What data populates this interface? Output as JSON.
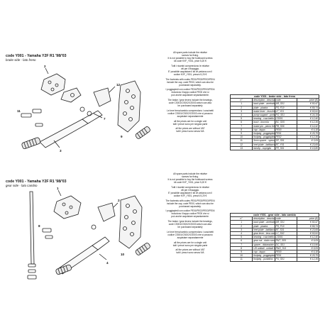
{
  "brake_section": {
    "title": "code Y001 - Yamaha Y2F R1 '98/'03",
    "subtitle": "brake side - lato freno",
    "notes": [
      [
        "All spare parts include the relative",
        "screws for fixing.",
        "It is not possible to buy the footboard screws",
        "kit code KVF_Y001, price 5,20 €"
      ],
      [
        "Tutti i ricambi comprendono le relative",
        "viti per il fissaggio.",
        "E' possibile acquistare il kit vit pedana con il",
        "codice KVF_Y001, prezzo 5,20 €"
      ],
      [
        "The footrests with codes PE01/PE02/PE03/PE04",
        "include the cap, code PE00, which can also be",
        "purchased separately."
      ],
      [
        "I poggiapiedi con codice PE01/PE02/PE03/PE04",
        "includono il tappo codice PE00 che si",
        "può anche acquistare separatamente."
      ],
      [
        "The brake / gear levers include the bearings,",
        "code CS001/CS002/CS003 which can also",
        "be purchased separately"
      ],
      [
        "Le leve freno/cambio comprendono i cuscinetti",
        "codice CS001/CS002/CS003 che si possono",
        "acquistare separatamente"
      ],
      [
        "all the prices are for a single unit",
        "tutti i prezzi sono per singola parte"
      ],
      [
        "all the prices are without VAT",
        "tutti i prezzi sono senza IVA"
      ]
    ],
    "table": {
      "title": "code Y001 - brake side - lato freno",
      "headers": [
        "n°",
        "description - descrizione",
        "code",
        "price (€)"
      ],
      "rows": [
        [
          "1",
          "back plate - arretratore",
          "AR_S01",
          "€ 50,47"
        ],
        [
          "2",
          "plate - piastra",
          "PS_F19",
          "€ 89,74"
        ],
        [
          "3",
          "brake lever - leva freno",
          "LF_Y01",
          "€ 53,91"
        ],
        [
          "4",
          "pump support - portapompa",
          "PO_S01",
          "€ 24,19"
        ],
        [
          "5",
          "bearing - cuscinetto",
          "CS001",
          "€ 12,40"
        ],
        [
          "6",
          "bush - boccola",
          "BC_S05",
          "€ 12,36"
        ],
        [
          "7",
          "brake pin - perno freno",
          "PB_S06",
          "€ 14,42"
        ],
        [
          "8",
          "cap - tappo",
          "PE00",
          "€ 6,18"
        ],
        [
          "9",
          "footpeg - poggiapiede",
          "PE01",
          "€ 25,75"
        ],
        [
          "10",
          "footpeg - poggiapiede",
          "PE02",
          "€ 12,36"
        ],
        [
          "11",
          "5mm spacer - spessore 5mm",
          "SP_S01",
          "€ 3,09"
        ],
        [
          "12",
          "heel plate - batttacco",
          "BT_Y01",
          "€ 23,69"
        ],
        [
          "13",
          "fairclip - copriglia",
          "FR_S01",
          "€ 15,80"
        ]
      ]
    }
  },
  "gear_section": {
    "title": "code Y001 - Yamaha Y2F R1 '98/'03",
    "subtitle": "gear side - lato cambio",
    "notes": [
      [
        "All spare parts include the relative",
        "screws for fixing.",
        "It is not possible to buy the footboard screws",
        "kit code KVF_Y001, price 5,20 €"
      ],
      [
        "Tutti i ricambi comprendono le relative",
        "viti per il fissaggio.",
        "E' possibile acquistare il kit vit pedana con il",
        "codice KVF_Y001, prezzo 5,20 €"
      ],
      [
        "The footrests with codes PE01/PE02/PE03/PE04",
        "include the cap, code PE00, which can also be",
        "purchased separately."
      ],
      [
        "I poggiapiedi con codice PE01/PE02/PE03/PE04",
        "includono il tappo codice PE00 che si",
        "può anche acquistare separatamente."
      ],
      [
        "The brake / gear levers include the bearings,",
        "code CS001/CS002/CS003 which can also",
        "be purchased separately"
      ],
      [
        "Le leve freno/cambio comprendono i cuscinetti",
        "codice CS001/CS002/CS003 che si possono",
        "acquistare separatamente"
      ],
      [
        "all the prices are for a single unit",
        "tutti i prezzi sono per singola parte"
      ],
      [
        "all the prices are without VAT",
        "tutti i prezzi sono senza IVA"
      ]
    ],
    "table": {
      "title": "code Y001 - gear side - lato cambio",
      "headers": [
        "n°",
        "description - descrizione",
        "code",
        "price (€)"
      ],
      "rows": [
        [
          "1",
          "back plate - arretratore",
          "AR_S01",
          "€ 50,47"
        ],
        [
          "2",
          "plate - piastra",
          "PS_F19",
          "€ 89,74"
        ],
        [
          "3",
          "heel plate - battitacco",
          "BT_S01",
          "€ 23,69"
        ],
        [
          "4",
          "gear lever - leva cambio",
          "LC_S02",
          "€ 53,91"
        ],
        [
          "5",
          "bearing - cuscinetto",
          "CS001",
          "€ 12,40"
        ],
        [
          "6",
          "gear nut - dado cambio",
          "RNT_S05",
          "€ 9,09"
        ],
        [
          "7",
          "spacer - distanziale",
          "DC_S01",
          "€ 10,96"
        ],
        [
          "8",
          "UH uniball - uniball UH",
          "RNO_S11",
          "€ 9,09"
        ],
        [
          "9",
          "cap - tappo",
          "PE00",
          "€ 6,18"
        ],
        [
          "10",
          "footpeg - poggiapiede",
          "PE01",
          "€ 25,75"
        ],
        [
          "11",
          "footpeg - puntalino",
          "PU_S01",
          "€ 12,36"
        ]
      ]
    }
  }
}
